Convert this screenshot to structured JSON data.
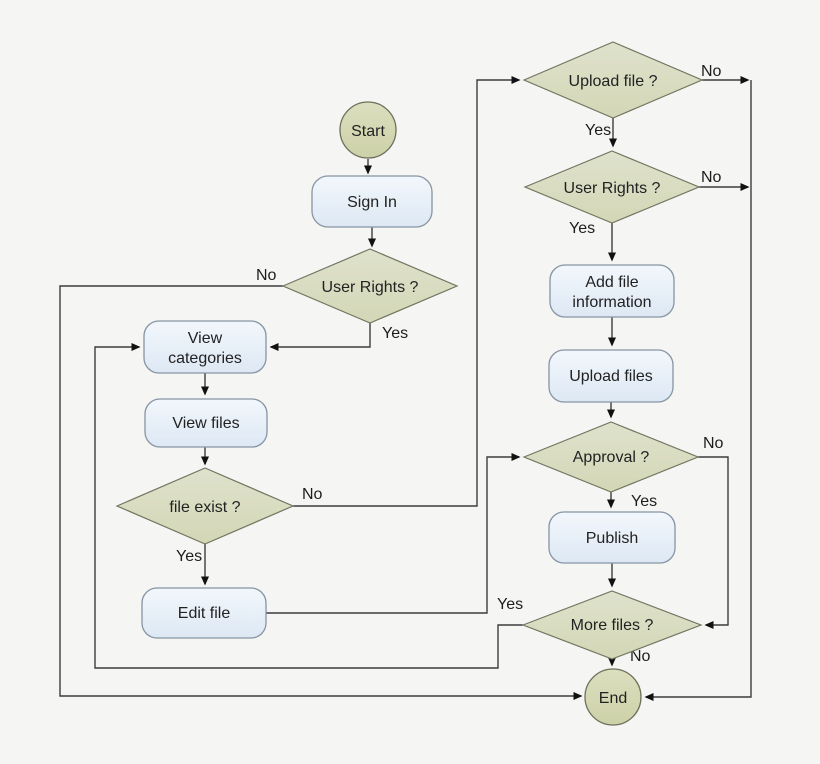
{
  "diagram_type": "flowchart",
  "colors": {
    "background": "#f5f5f3",
    "process_fill_top": "#f0f5fb",
    "process_fill_bottom": "#dde8f4",
    "process_border": "#8694a3",
    "decision_fill_top": "#dee1ca",
    "decision_fill_bottom": "#d4d8b8",
    "decision_border": "#72755f",
    "terminator_fill_top": "#dcdfbf",
    "terminator_fill_bottom": "#ced2ab",
    "terminator_border": "#6d705b",
    "line": "#3d3d3d",
    "text": "#222222"
  },
  "nodes": {
    "start": {
      "label": "Start",
      "type": "terminator"
    },
    "sign_in": {
      "label": "Sign In",
      "type": "process"
    },
    "user_rights_1": {
      "label": "User Rights ?",
      "type": "decision"
    },
    "view_categories": {
      "line1": "View",
      "line2": "categories",
      "type": "process"
    },
    "view_files": {
      "label": "View files",
      "type": "process"
    },
    "file_exist": {
      "label": "file exist ?",
      "type": "decision"
    },
    "edit_file": {
      "label": "Edit file",
      "type": "process"
    },
    "upload_file_q": {
      "label": "Upload file ?",
      "type": "decision"
    },
    "user_rights_2": {
      "label": "User Rights ?",
      "type": "decision"
    },
    "add_file_info": {
      "line1": "Add file",
      "line2": "information",
      "type": "process"
    },
    "upload_files": {
      "label": "Upload files",
      "type": "process"
    },
    "approval": {
      "label": "Approval ?",
      "type": "decision"
    },
    "publish": {
      "label": "Publish",
      "type": "process"
    },
    "more_files": {
      "label": "More files ?",
      "type": "decision"
    },
    "end": {
      "label": "End",
      "type": "terminator"
    }
  },
  "edge_labels": {
    "user_rights_1_yes": "Yes",
    "user_rights_1_no": "No",
    "file_exist_yes": "Yes",
    "file_exist_no": "No",
    "upload_file_yes": "Yes",
    "upload_file_no": "No",
    "user_rights_2_yes": "Yes",
    "user_rights_2_no": "No",
    "approval_yes": "Yes",
    "approval_no": "No",
    "more_files_yes": "Yes",
    "more_files_no": "No"
  }
}
